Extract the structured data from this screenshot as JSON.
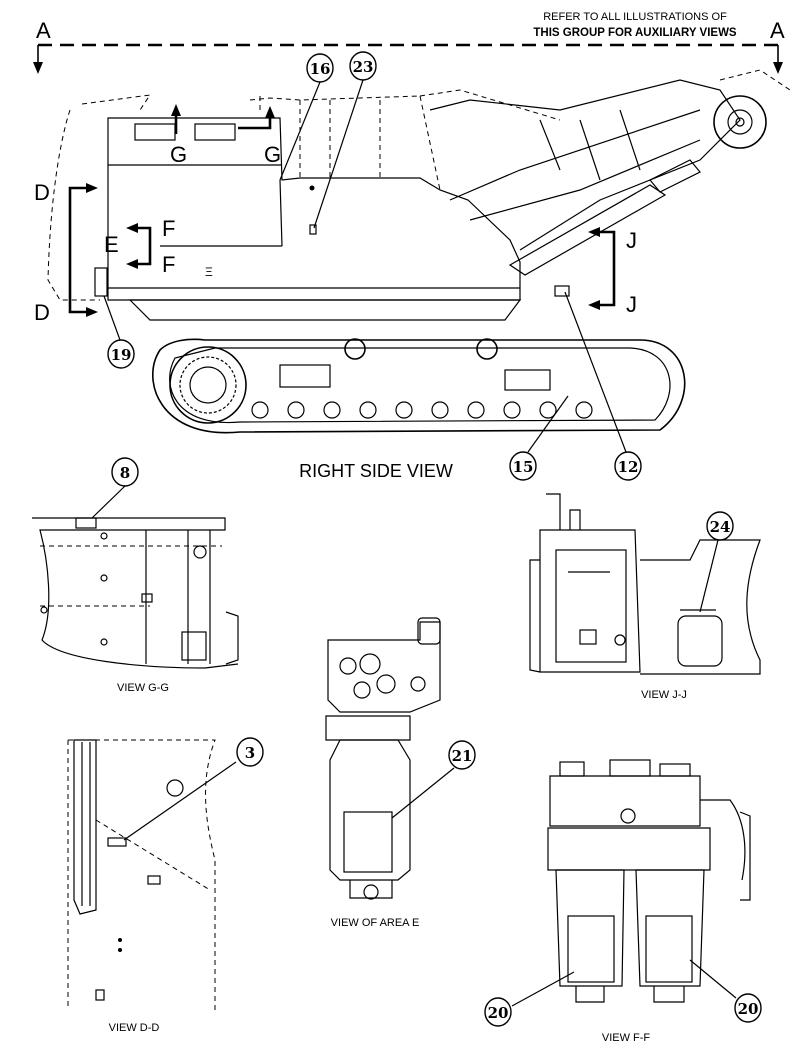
{
  "header_note": {
    "line1": "REFER TO ALL ILLUSTRATIONS OF",
    "line2": "THIS GROUP FOR AUXILIARY VIEWS"
  },
  "section_letters": {
    "a_left": "A",
    "a_right": "A",
    "d_top": "D",
    "d_bottom": "D",
    "e": "E",
    "f_top": "F",
    "f_bottom": "F",
    "g_left": "G",
    "g_right": "G",
    "j_top": "J",
    "j_bottom": "J"
  },
  "view_titles": {
    "main": "RIGHT SIDE VIEW",
    "gg": "VIEW G-G",
    "jj": "VIEW J-J",
    "area_e": "VIEW OF AREA  E",
    "dd": "VIEW D-D",
    "ff": "VIEW F-F"
  },
  "callouts": {
    "c16": "16",
    "c23": "23",
    "c19": "19",
    "c15": "15",
    "c12": "12",
    "c8": "8",
    "c24": "24",
    "c3": "3",
    "c21": "21",
    "c20a": "20",
    "c20b": "20"
  }
}
